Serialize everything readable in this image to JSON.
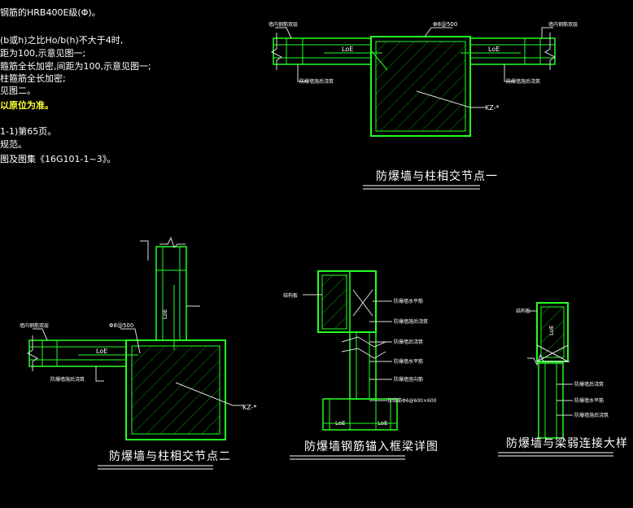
{
  "notes": {
    "line1": "钢筋的HRB400E级(Φ)。",
    "line2": "(b或h)之比Ho/b(h)不大于4时,",
    "line3": "距为100,示意见图一;",
    "line4": "箍筋全长加密,间距为100,示意见图一;",
    "line5": "柱箍筋全长加密;",
    "line6": "见图二。",
    "line7": "以原位为准。",
    "line8": "1-1)第65页。",
    "line9": "规范。",
    "line10": "图及图集《16G101-1~3》。"
  },
  "titles": {
    "t1": "防爆墙与柱相交节点一",
    "t2": "防爆墙与柱相交节点二",
    "t3": "防爆墙钢筋锚入框梁详图",
    "t4": "防爆墙与梁弱连接大样"
  },
  "labels": {
    "loe": "LoE",
    "rebar": "Φ8@500",
    "kz": "KZ-*",
    "wall_dist": "墙内钢筋双层",
    "after_pour": "防爆墙施后浇筑",
    "plate": "结构板",
    "post_rebar": "防爆墙水平筋",
    "anchor": "防爆墙后浇筑",
    "vert_rebar": "防爆墙竖向筋",
    "tie": "拉结筋Φ6@600×600",
    "slab": "结构板"
  }
}
